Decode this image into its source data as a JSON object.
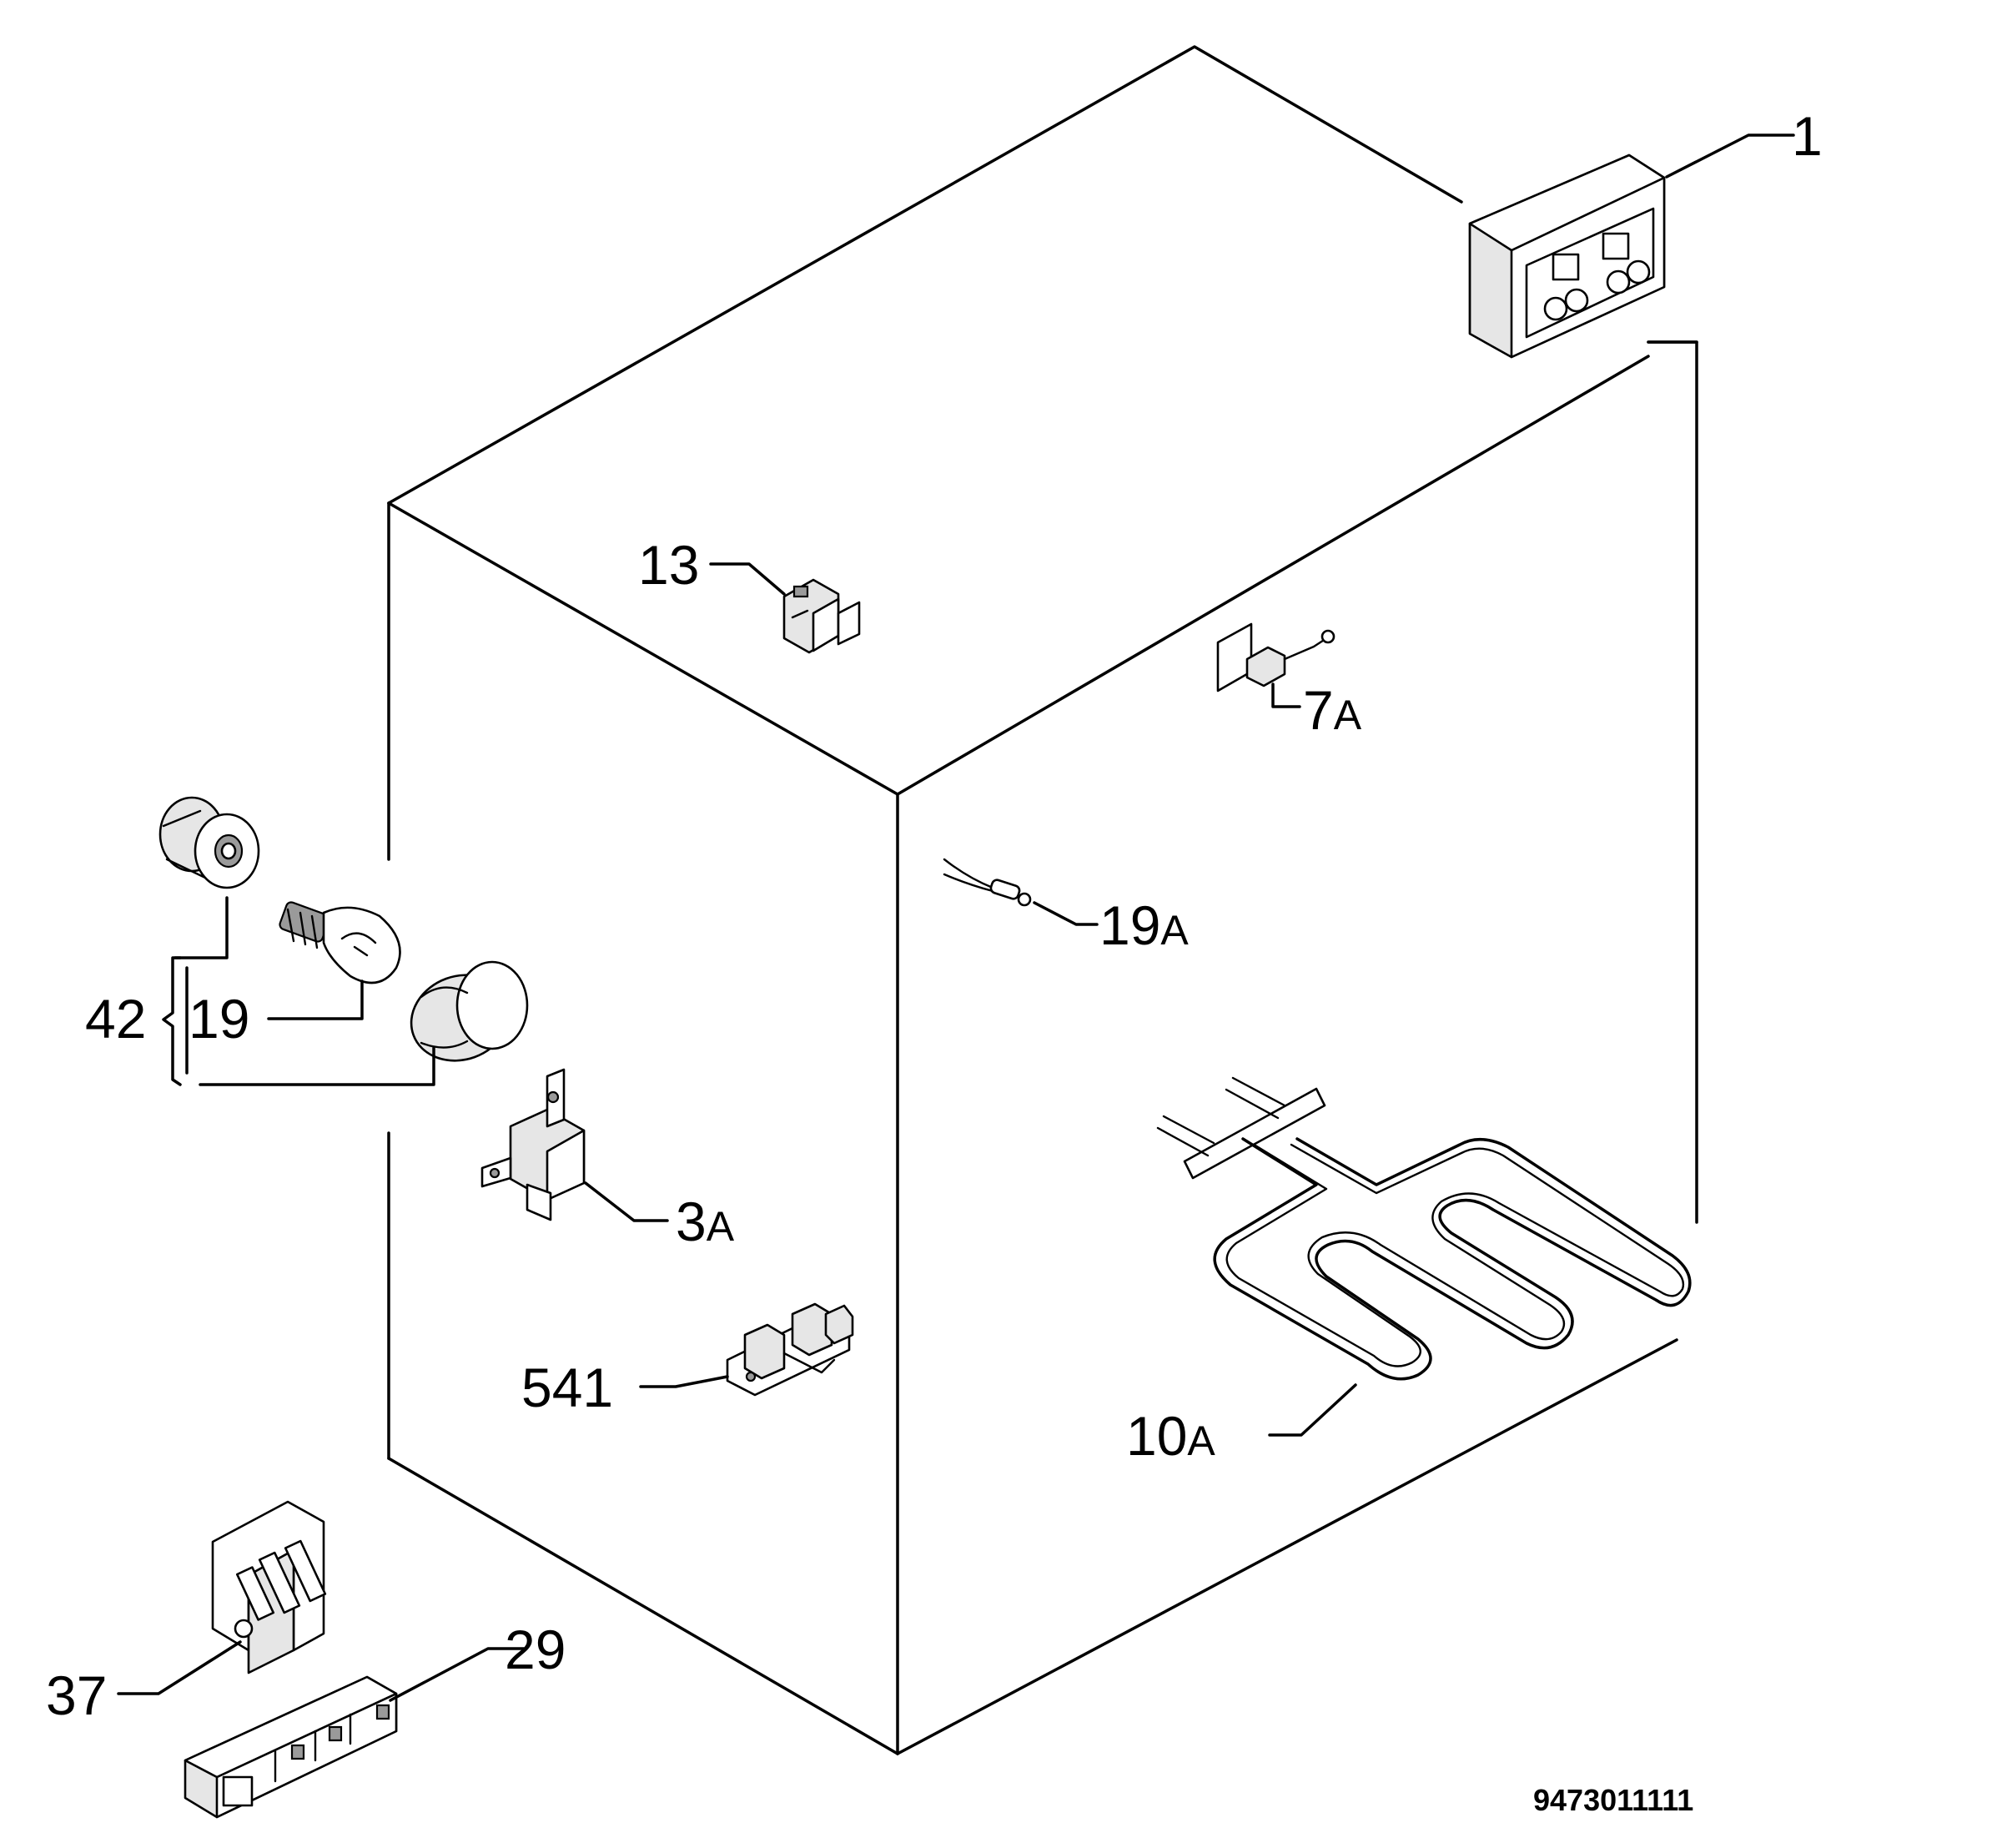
{
  "diagram": {
    "document_number": "9473011111",
    "callouts": [
      {
        "id": "1",
        "number": "1",
        "suffix": ""
      },
      {
        "id": "13",
        "number": "13",
        "suffix": ""
      },
      {
        "id": "7A",
        "number": "7",
        "suffix": "A"
      },
      {
        "id": "19A",
        "number": "19",
        "suffix": "A"
      },
      {
        "id": "42",
        "number": "42",
        "suffix": ""
      },
      {
        "id": "19",
        "number": "19",
        "suffix": ""
      },
      {
        "id": "3A",
        "number": "3",
        "suffix": "A"
      },
      {
        "id": "541",
        "number": "541",
        "suffix": ""
      },
      {
        "id": "10A",
        "number": "10",
        "suffix": "A"
      },
      {
        "id": "37",
        "number": "37",
        "suffix": ""
      },
      {
        "id": "29",
        "number": "29",
        "suffix": ""
      }
    ],
    "parts": [
      {
        "ref": "1",
        "icon": "electronic-timer-icon"
      },
      {
        "ref": "13",
        "icon": "switch-icon"
      },
      {
        "ref": "7A",
        "icon": "door-microswitch-icon"
      },
      {
        "ref": "19A",
        "icon": "indicator-lamp-icon"
      },
      {
        "ref": "42",
        "icon": "lamp-holder-icon"
      },
      {
        "ref": "19",
        "icon": "oven-bulb-icon"
      },
      {
        "ref": "3A",
        "icon": "thermostat-icon"
      },
      {
        "ref": "541",
        "icon": "terminal-block-icon"
      },
      {
        "ref": "10A",
        "icon": "grill-element-icon"
      },
      {
        "ref": "37",
        "icon": "terminal-bracket-icon"
      },
      {
        "ref": "29",
        "icon": "spark-generator-icon"
      }
    ]
  }
}
